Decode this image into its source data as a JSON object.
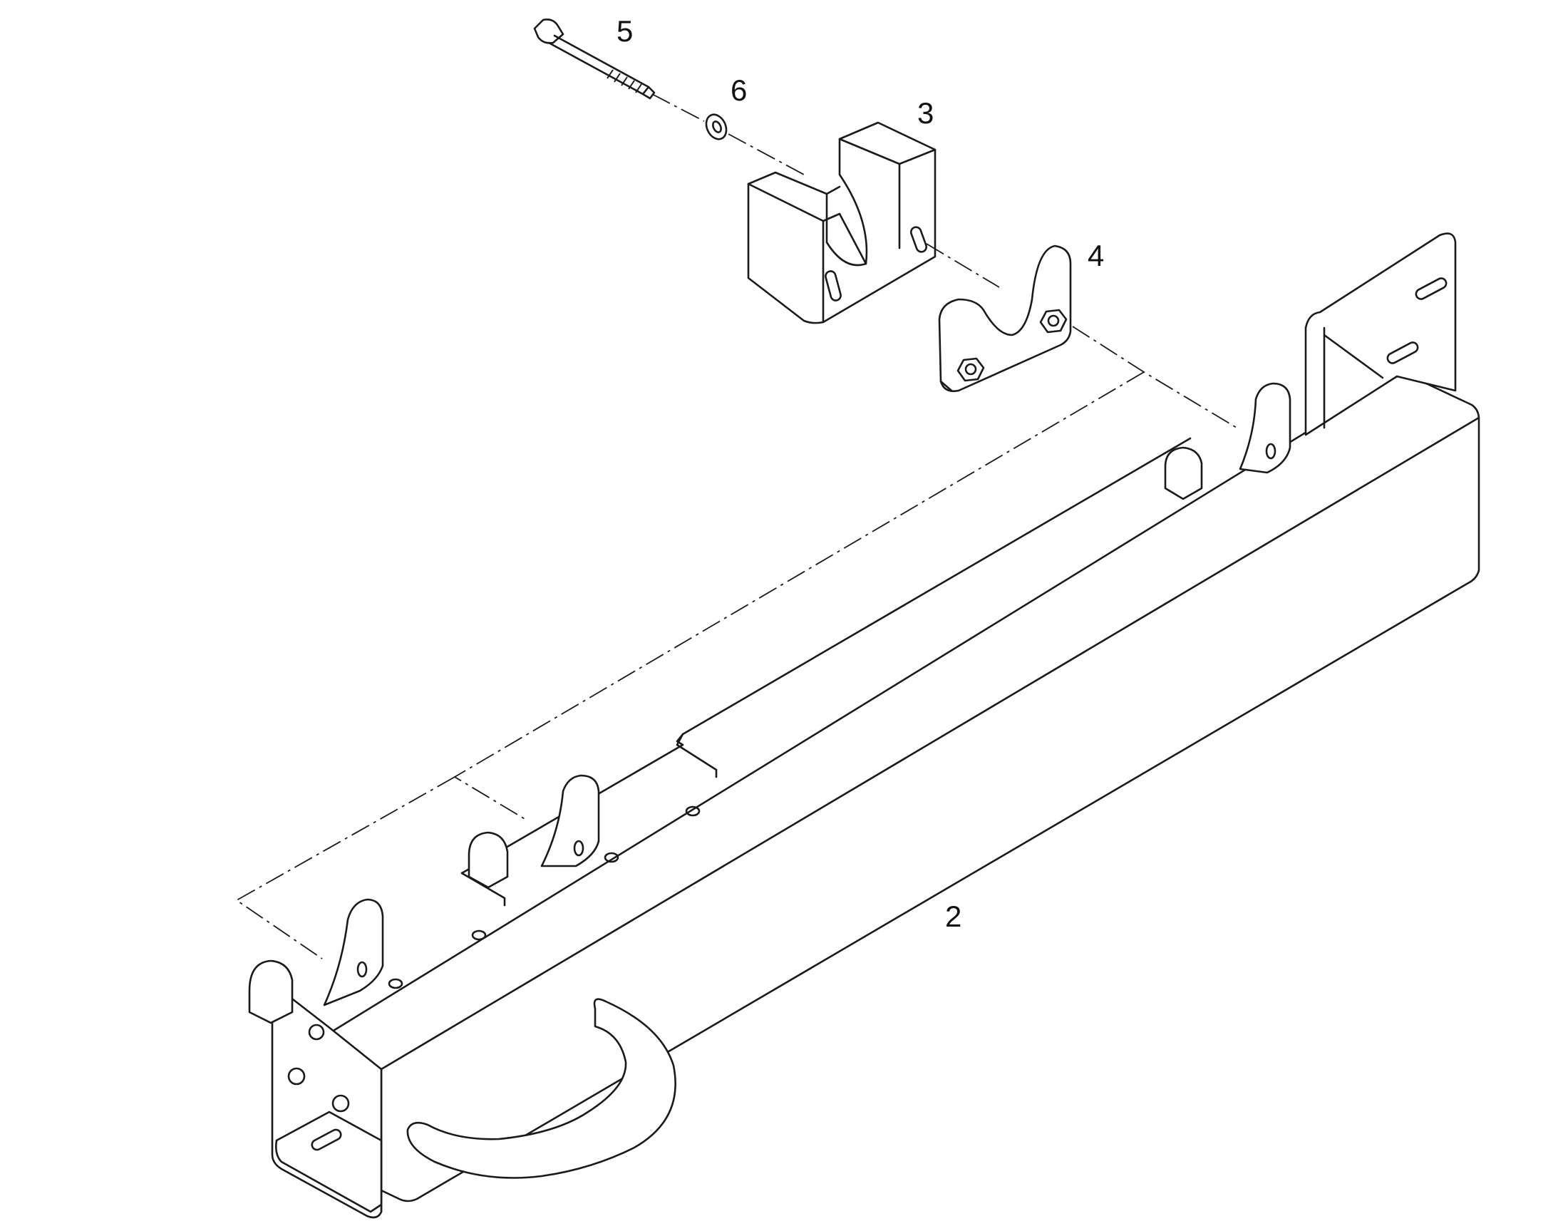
{
  "callouts": [
    {
      "id": "2",
      "label": "2"
    },
    {
      "id": "3",
      "label": "3"
    },
    {
      "id": "4",
      "label": "4"
    },
    {
      "id": "5",
      "label": "5"
    },
    {
      "id": "6",
      "label": "6"
    }
  ],
  "colors": {
    "line": "#1a1a1a",
    "background": "#ffffff"
  }
}
